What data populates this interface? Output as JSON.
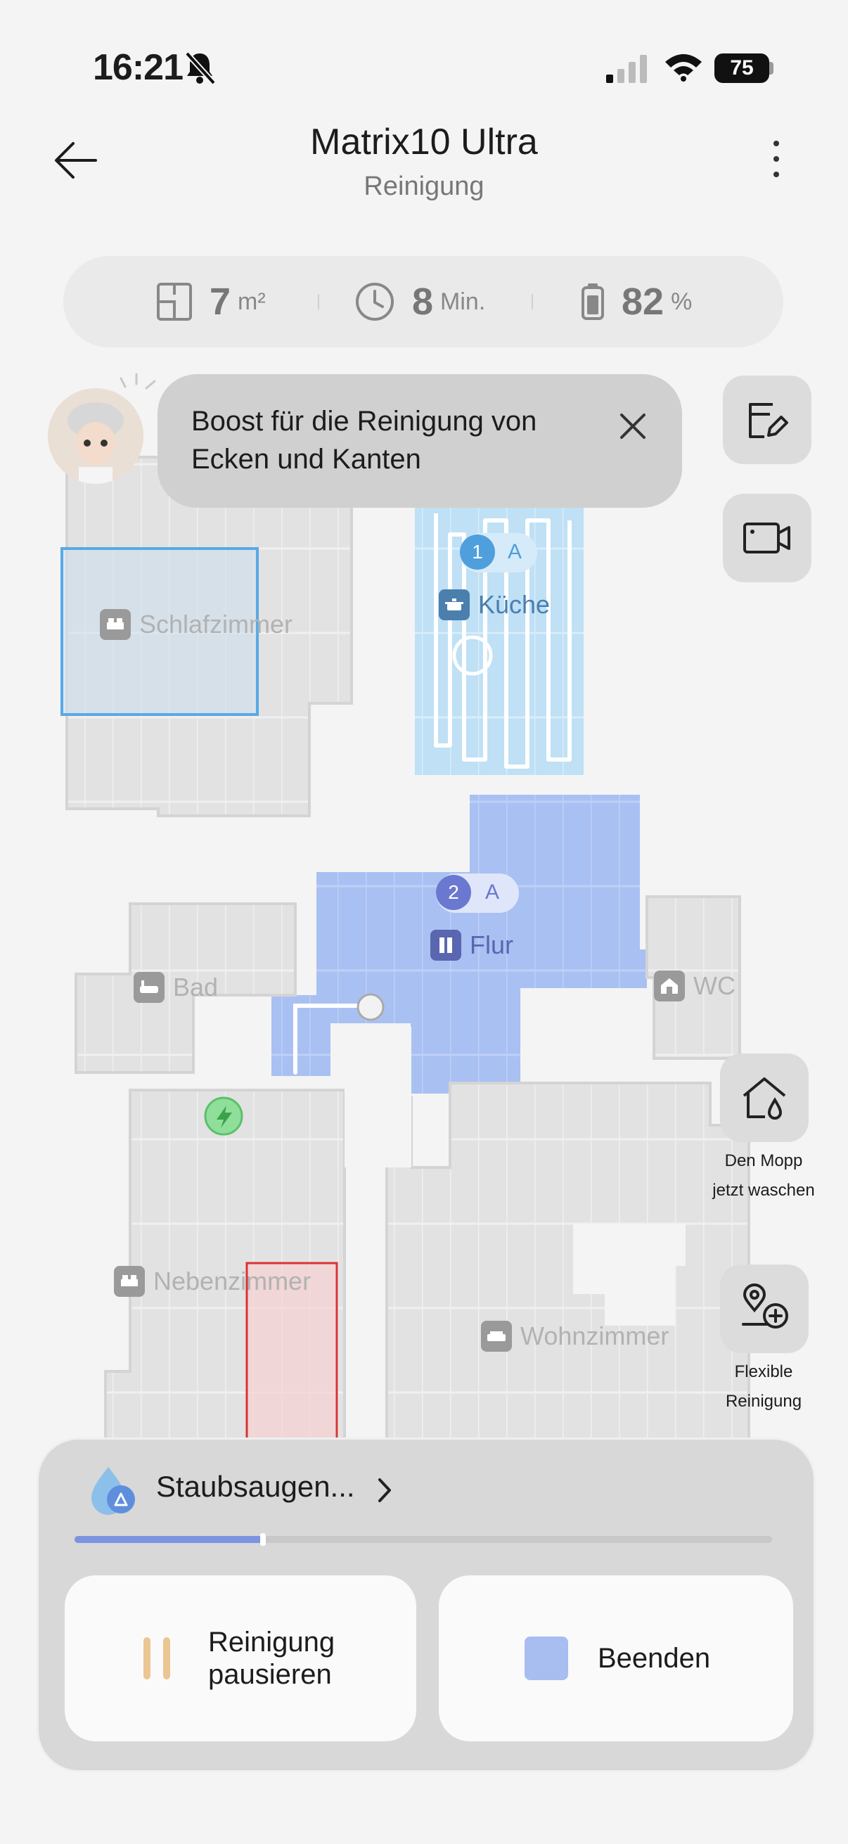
{
  "status_bar": {
    "time": "16:21",
    "battery": "75"
  },
  "header": {
    "title": "Matrix10 Ultra",
    "subtitle": "Reinigung"
  },
  "stats": {
    "area": {
      "value": "7",
      "unit": "m²"
    },
    "time": {
      "value": "8",
      "unit": "Min."
    },
    "battery": {
      "value": "82",
      "unit": "%"
    }
  },
  "tip": {
    "text": "Boost für die Reinigung von Ecken und Kanten"
  },
  "map": {
    "rooms": [
      {
        "name": "Schlafzimmer",
        "icon": "bed-icon"
      },
      {
        "name": "Küche",
        "icon": "pot-icon",
        "order": "1",
        "mode": "A"
      },
      {
        "name": "Flur",
        "icon": "door-icon",
        "order": "2",
        "mode": "A"
      },
      {
        "name": "Bad",
        "icon": "bathtub-icon"
      },
      {
        "name": "WC",
        "icon": "house-icon"
      },
      {
        "name": "Nebenzimmer",
        "icon": "bed-icon"
      },
      {
        "name": "Wohnzimmer",
        "icon": "sofa-icon"
      }
    ]
  },
  "side_actions": {
    "mop_wash": "Den Mopp jetzt waschen",
    "flexible": "Flexible Reinigung"
  },
  "panel": {
    "mode_label": "Staubsaugen...",
    "progress": 0.27,
    "pause_label": "Reinigung pausieren",
    "stop_label": "Beenden"
  },
  "colors": {
    "accent": "#7a94e0",
    "kitchen": "#bfe0f5",
    "hallway": "#a9c0f2",
    "no_go": "#e33"
  }
}
